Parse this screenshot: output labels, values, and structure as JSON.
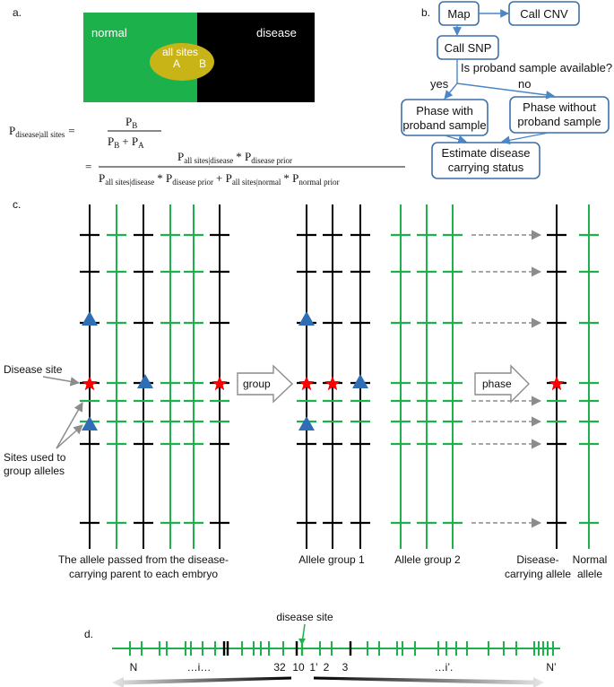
{
  "panel_a": {
    "label": "a.",
    "normal": "normal",
    "disease": "disease",
    "all_sites": "all sites",
    "A": "A",
    "B": "B",
    "formula": {
      "lhs": "P",
      "lhs_sub": "disease|all sites",
      "eq": "=",
      "frac1_num": "P",
      "frac1_num_sub": "B",
      "frac1_den_a": "P",
      "frac1_den_a_sub": "B",
      "frac1_den_plus": "+ P",
      "frac1_den_b_sub": "A",
      "line2_eq": "=",
      "num_p1": "P",
      "num_p1_sub": "all sites|disease",
      "num_star": "* P",
      "num_p2_sub": "disease prior",
      "den_p1": "P",
      "den_p1_sub": "all sites|disease",
      "den_star1": "* P",
      "den_p2_sub": "disease prior",
      "den_plus": "+ P",
      "den_p3_sub": "all sites|normal",
      "den_star2": "* P",
      "den_p4_sub": "normal prior"
    }
  },
  "panel_b": {
    "label": "b.",
    "map": "Map",
    "call_cnv": "Call CNV",
    "call_snp": "Call SNP",
    "question": "Is proband sample available?",
    "yes": "yes",
    "no": "no",
    "phase_with_1": "Phase with",
    "phase_with_2": "proband sample",
    "phase_without_1": "Phase without",
    "phase_without_2": "proband sample",
    "estimate_1": "Estimate disease",
    "estimate_2": "carrying status"
  },
  "panel_c": {
    "label": "c.",
    "disease_site": "Disease site",
    "sites_used_1": "Sites used to",
    "sites_used_2": "group alleles",
    "group": "group",
    "phase": "phase",
    "caption_left_1": "The allele passed from the disease-",
    "caption_left_2": "carrying parent to each embryo",
    "allele_group_1": "Allele group 1",
    "allele_group_2": "Allele group 2",
    "disease_allele_1": "Disease-",
    "disease_allele_2": "carrying allele",
    "normal_allele_1": "Normal",
    "normal_allele_2": "allele"
  },
  "panel_d": {
    "label": "d.",
    "disease_site": "disease site",
    "N": "N",
    "i_left": "…i…",
    "n32": "32",
    "n10": "10",
    "n1p": "1’",
    "n2p": "2",
    "n3": "3",
    "i_right": "…i’.",
    "Np": "N’"
  },
  "colors": {
    "green": "#1db14b",
    "black": "#000000",
    "blue_box": "#4a7ebb",
    "ellipse": "#c9b417",
    "triangle": "#2f6db5",
    "star": "#ff0000",
    "gray_arrow": "#8c8c8c"
  }
}
